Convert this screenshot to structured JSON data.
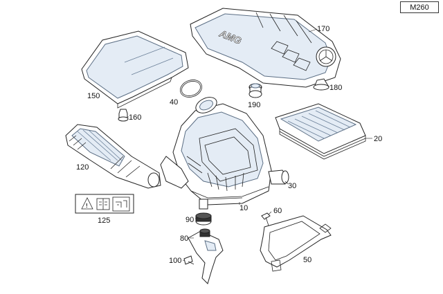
{
  "model_code": "M260",
  "callouts": {
    "c10": "10",
    "c20": "20",
    "c30": "30",
    "c40": "40",
    "c50": "50",
    "c60": "60",
    "c80": "80",
    "c90": "90",
    "c100": "100",
    "c120": "120",
    "c125": "125",
    "c150": "150",
    "c160": "160",
    "c170": "170",
    "c180": "180",
    "c190": "190"
  },
  "cover_logo": "AMG"
}
